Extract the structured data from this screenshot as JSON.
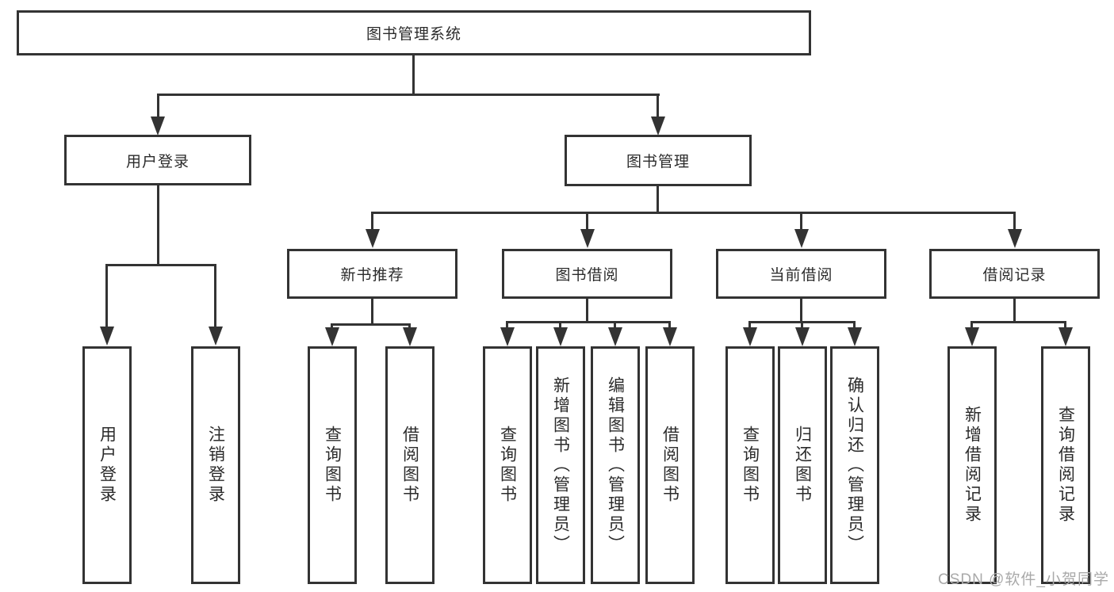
{
  "diagram": {
    "root": {
      "label": "图书管理系统"
    },
    "branches": [
      {
        "label": "用户登录",
        "children": [
          {
            "label": "用户登录"
          },
          {
            "label": "注销登录"
          }
        ]
      },
      {
        "label": "图书管理",
        "children": [
          {
            "label": "新书推荐",
            "children": [
              {
                "label": "查询图书"
              },
              {
                "label": "借阅图书"
              }
            ]
          },
          {
            "label": "图书借阅",
            "children": [
              {
                "label": "查询图书"
              },
              {
                "label": "新增图书（管理员）"
              },
              {
                "label": "编辑图书（管理员）"
              },
              {
                "label": "借阅图书"
              }
            ]
          },
          {
            "label": "当前借阅",
            "children": [
              {
                "label": "查询图书"
              },
              {
                "label": "归还图书"
              },
              {
                "label": "确认归还（管理员）"
              }
            ]
          },
          {
            "label": "借阅记录",
            "children": [
              {
                "label": "新增借阅记录"
              },
              {
                "label": "查询借阅记录"
              }
            ]
          }
        ]
      }
    ],
    "watermark": {
      "text": "CSDN @软件_小贺同学"
    },
    "colors": {
      "box_border": "#333333",
      "line": "#333333",
      "text": "#2b2b2b",
      "watermark": "#a9a9a9",
      "background": "#ffffff"
    }
  }
}
